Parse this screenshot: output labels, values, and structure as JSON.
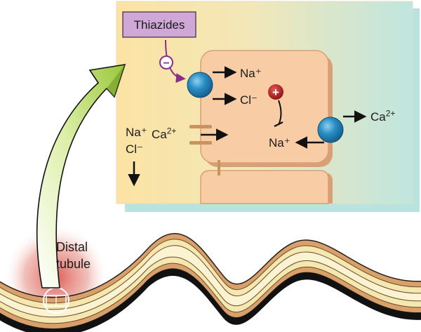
{
  "drug": {
    "name": "Thiazides",
    "effect_symbol": "−"
  },
  "cell": {
    "apical_na": "Na⁺",
    "apical_cl": "Cl⁻",
    "intracellular_na": "Na⁺",
    "basolateral_ca": "Ca2+",
    "activation_symbol": "+"
  },
  "lumen": {
    "na": "Na⁺",
    "cl": "Cl⁻",
    "ca": "Ca2+"
  },
  "tubule": {
    "label_line1": "Distal",
    "label_line2": "tubule"
  },
  "colors": {
    "panel_left": "#fbe6a6",
    "panel_right": "#bfe6df",
    "panel_shadow": "#b9e3de",
    "cell_fill": "#f8cda6",
    "cell_stroke": "#d9a078",
    "transporter": "#2a8ec4",
    "drug_box": "#cfa8d8",
    "drug_arrow": "#8a2d8c",
    "activation": "#b0151b",
    "arrow_green": "#9ac73a"
  }
}
